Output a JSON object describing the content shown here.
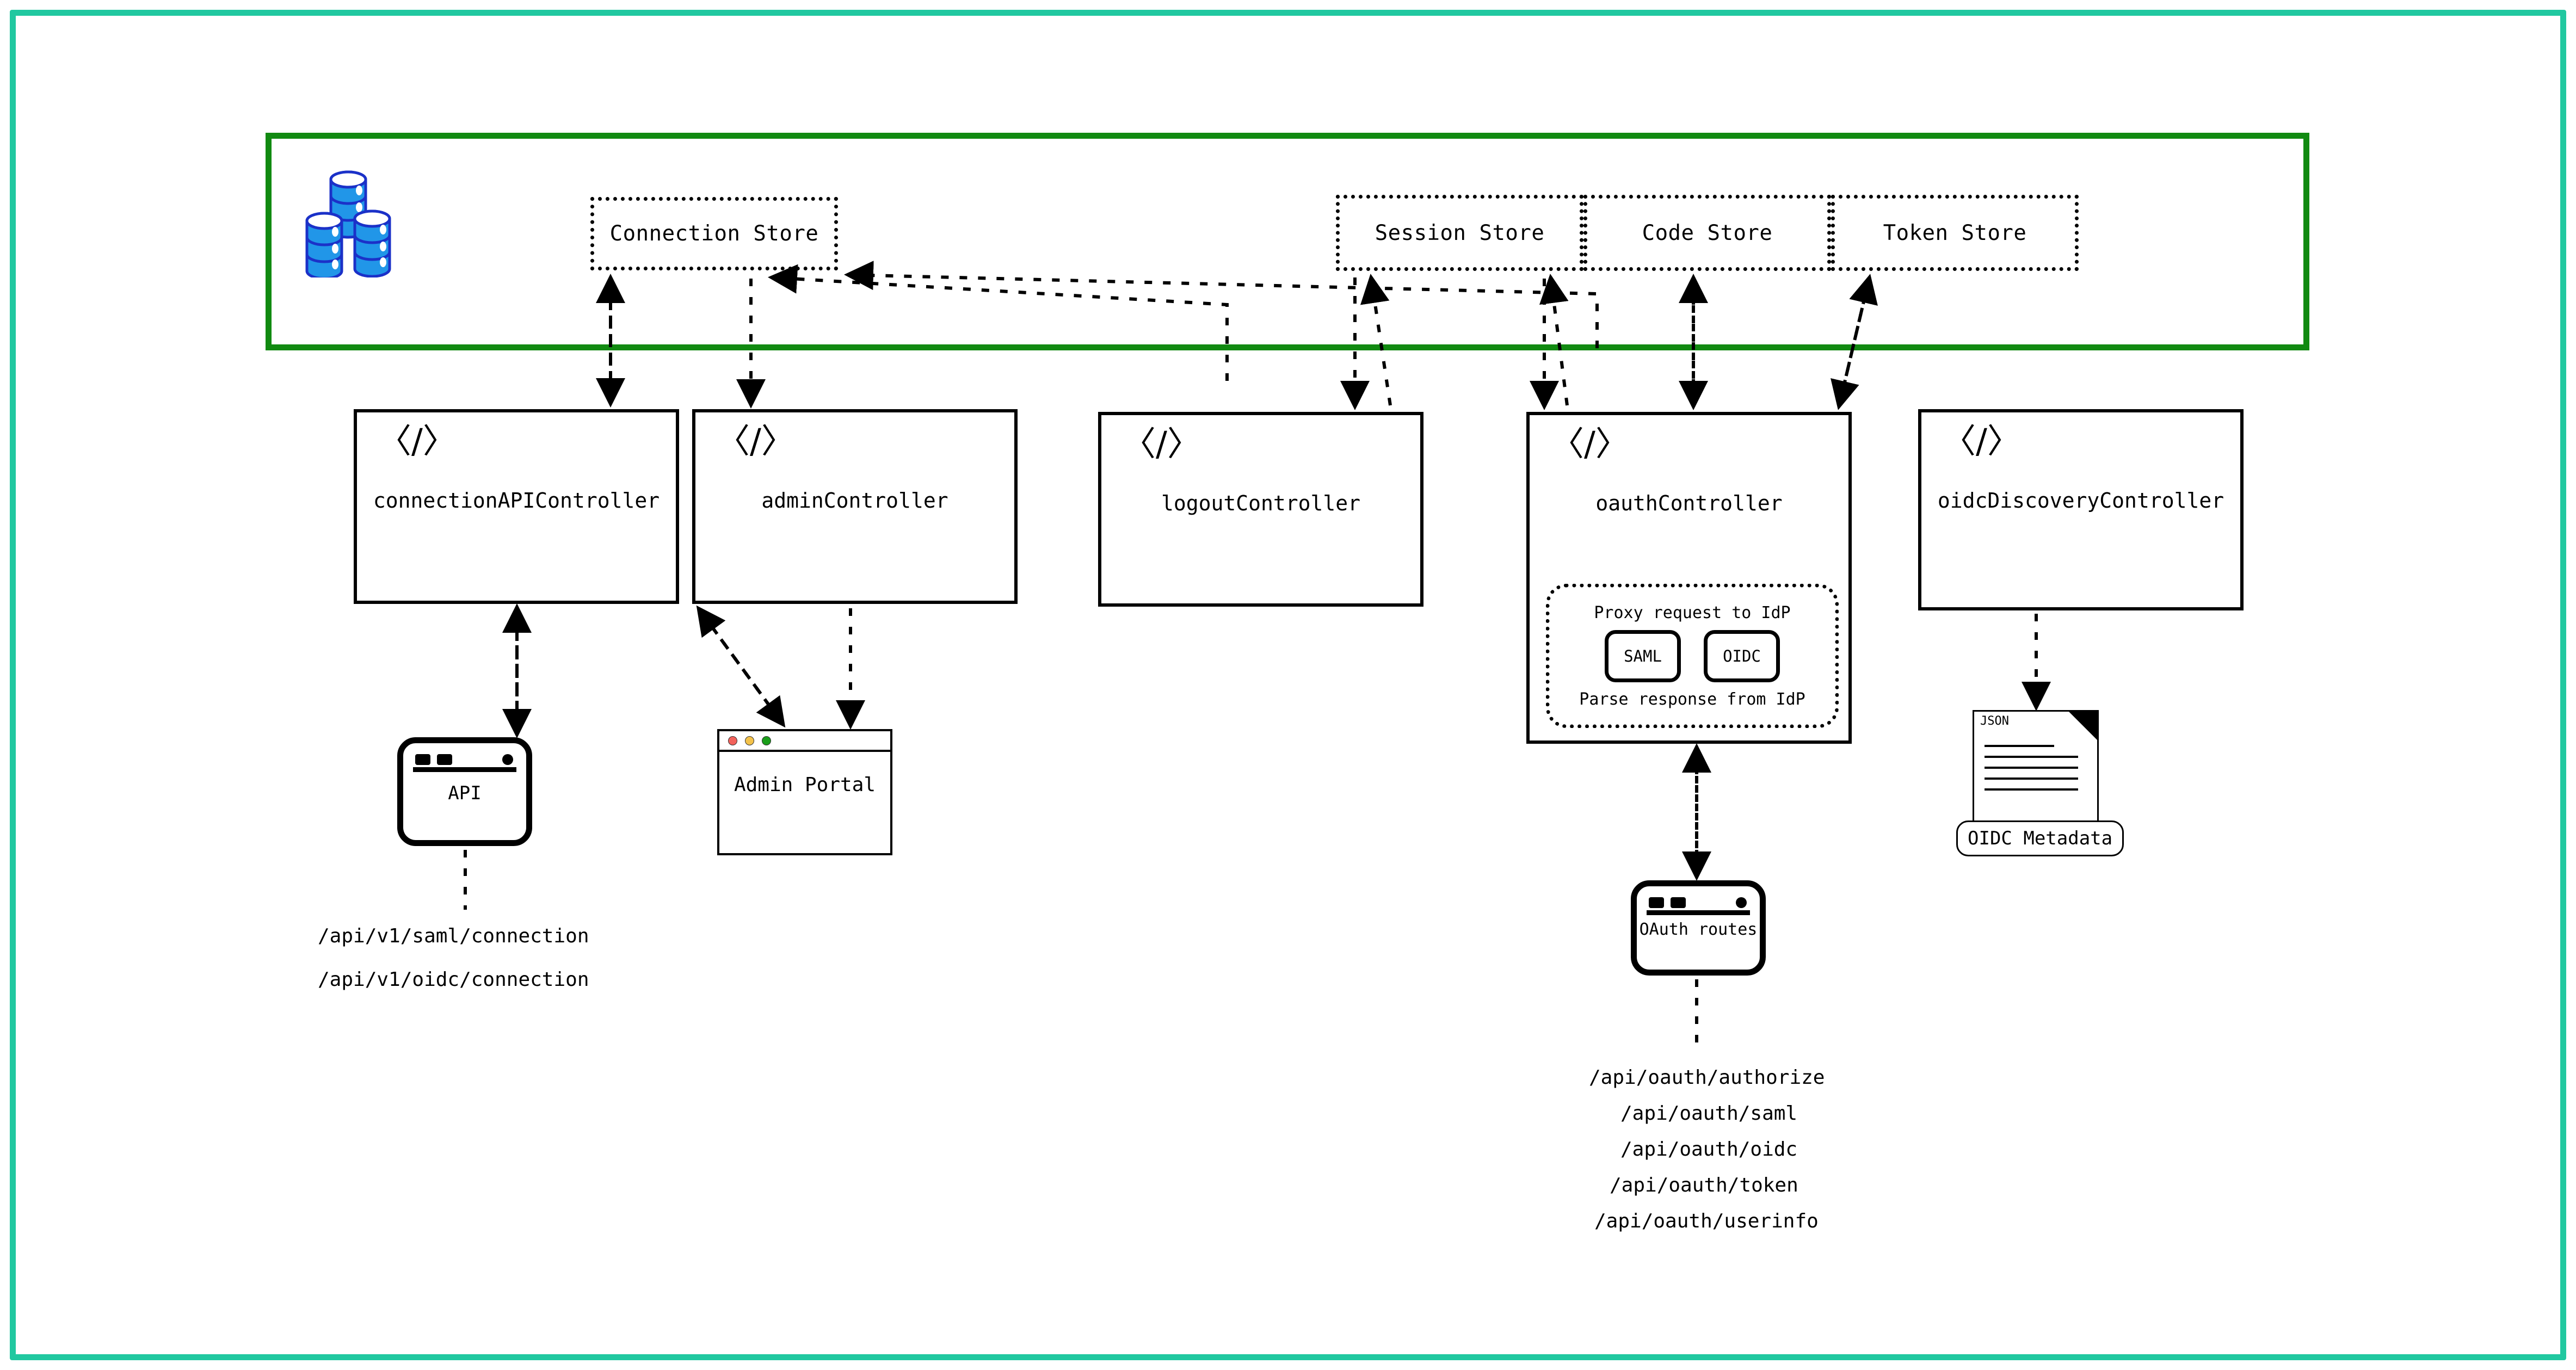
{
  "frame": {
    "outer_color": "#21c8a0",
    "store_container_color": "#118a11"
  },
  "stores": {
    "icon": "database-cylinders-icon",
    "boxes": [
      {
        "name": "connection-store",
        "label": "Connection Store"
      },
      {
        "name": "session-store",
        "label": "Session Store"
      },
      {
        "name": "code-store",
        "label": "Code Store"
      },
      {
        "name": "token-store",
        "label": "Token Store"
      }
    ]
  },
  "controllers": [
    {
      "name": "connection-api-controller",
      "label": "connectionAPIController",
      "icon": "code-icon",
      "icon_glyph": "〈/〉"
    },
    {
      "name": "admin-controller",
      "label": "adminController",
      "icon": "code-icon",
      "icon_glyph": "〈/〉"
    },
    {
      "name": "logout-controller",
      "label": "logoutController",
      "icon": "code-icon",
      "icon_glyph": "〈/〉"
    },
    {
      "name": "oauth-controller",
      "label": "oauthController",
      "icon": "code-icon",
      "icon_glyph": "〈/〉"
    },
    {
      "name": "oidc-discovery-controller",
      "label": "oidcDiscoveryController",
      "icon": "code-icon",
      "icon_glyph": "〈/〉"
    }
  ],
  "proxy_block": {
    "top_label": "Proxy request to IdP",
    "bottom_label": "Parse response from IdP",
    "protocols": [
      {
        "name": "saml-chip",
        "label": "SAML"
      },
      {
        "name": "oidc-chip",
        "label": "OIDC"
      }
    ]
  },
  "clients": {
    "api": {
      "label": "API",
      "icon": "api-device-icon"
    },
    "admin_portal": {
      "label": "Admin Portal",
      "icon": "browser-window-icon",
      "traffic_lights": [
        "#f2625b",
        "#f4c24a",
        "#1a9e1a"
      ]
    },
    "oauth_routes": {
      "label": "OAuth routes",
      "icon": "routes-device-icon"
    },
    "oidc_metadata": {
      "label": "OIDC Metadata",
      "doc_tag": "JSON",
      "icon": "json-document-icon"
    }
  },
  "endpoints": {
    "connection_api": [
      "/api/v1/saml/connection",
      "/api/v1/oidc/connection"
    ],
    "oauth": [
      "/api/oauth/authorize",
      "/api/oauth/saml",
      "/api/oauth/oidc",
      "/api/oauth/token",
      "/api/oauth/userinfo"
    ]
  }
}
